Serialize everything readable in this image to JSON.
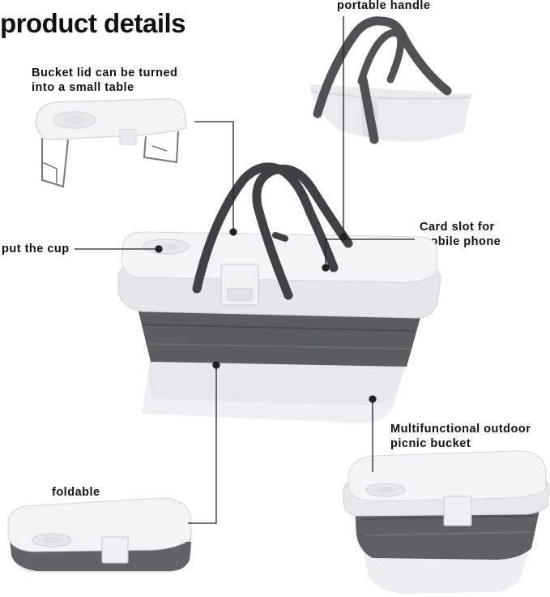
{
  "title": "product details",
  "labels": {
    "handle": "portable handle",
    "lid_line1": "Bucket lid can be turned",
    "lid_line2": "into a small table",
    "cup": "put the cup",
    "card_line1": "Card slot for",
    "card_line2": "mobile phone",
    "multi_line1": "Multifunctional outdoor",
    "multi_line2": "picnic bucket",
    "foldable": "foldable"
  },
  "colors": {
    "gray_dark": "#5b5d61",
    "white_plastic": "#ecedf0",
    "lid": "#f3f4f6",
    "line": "#222222"
  }
}
